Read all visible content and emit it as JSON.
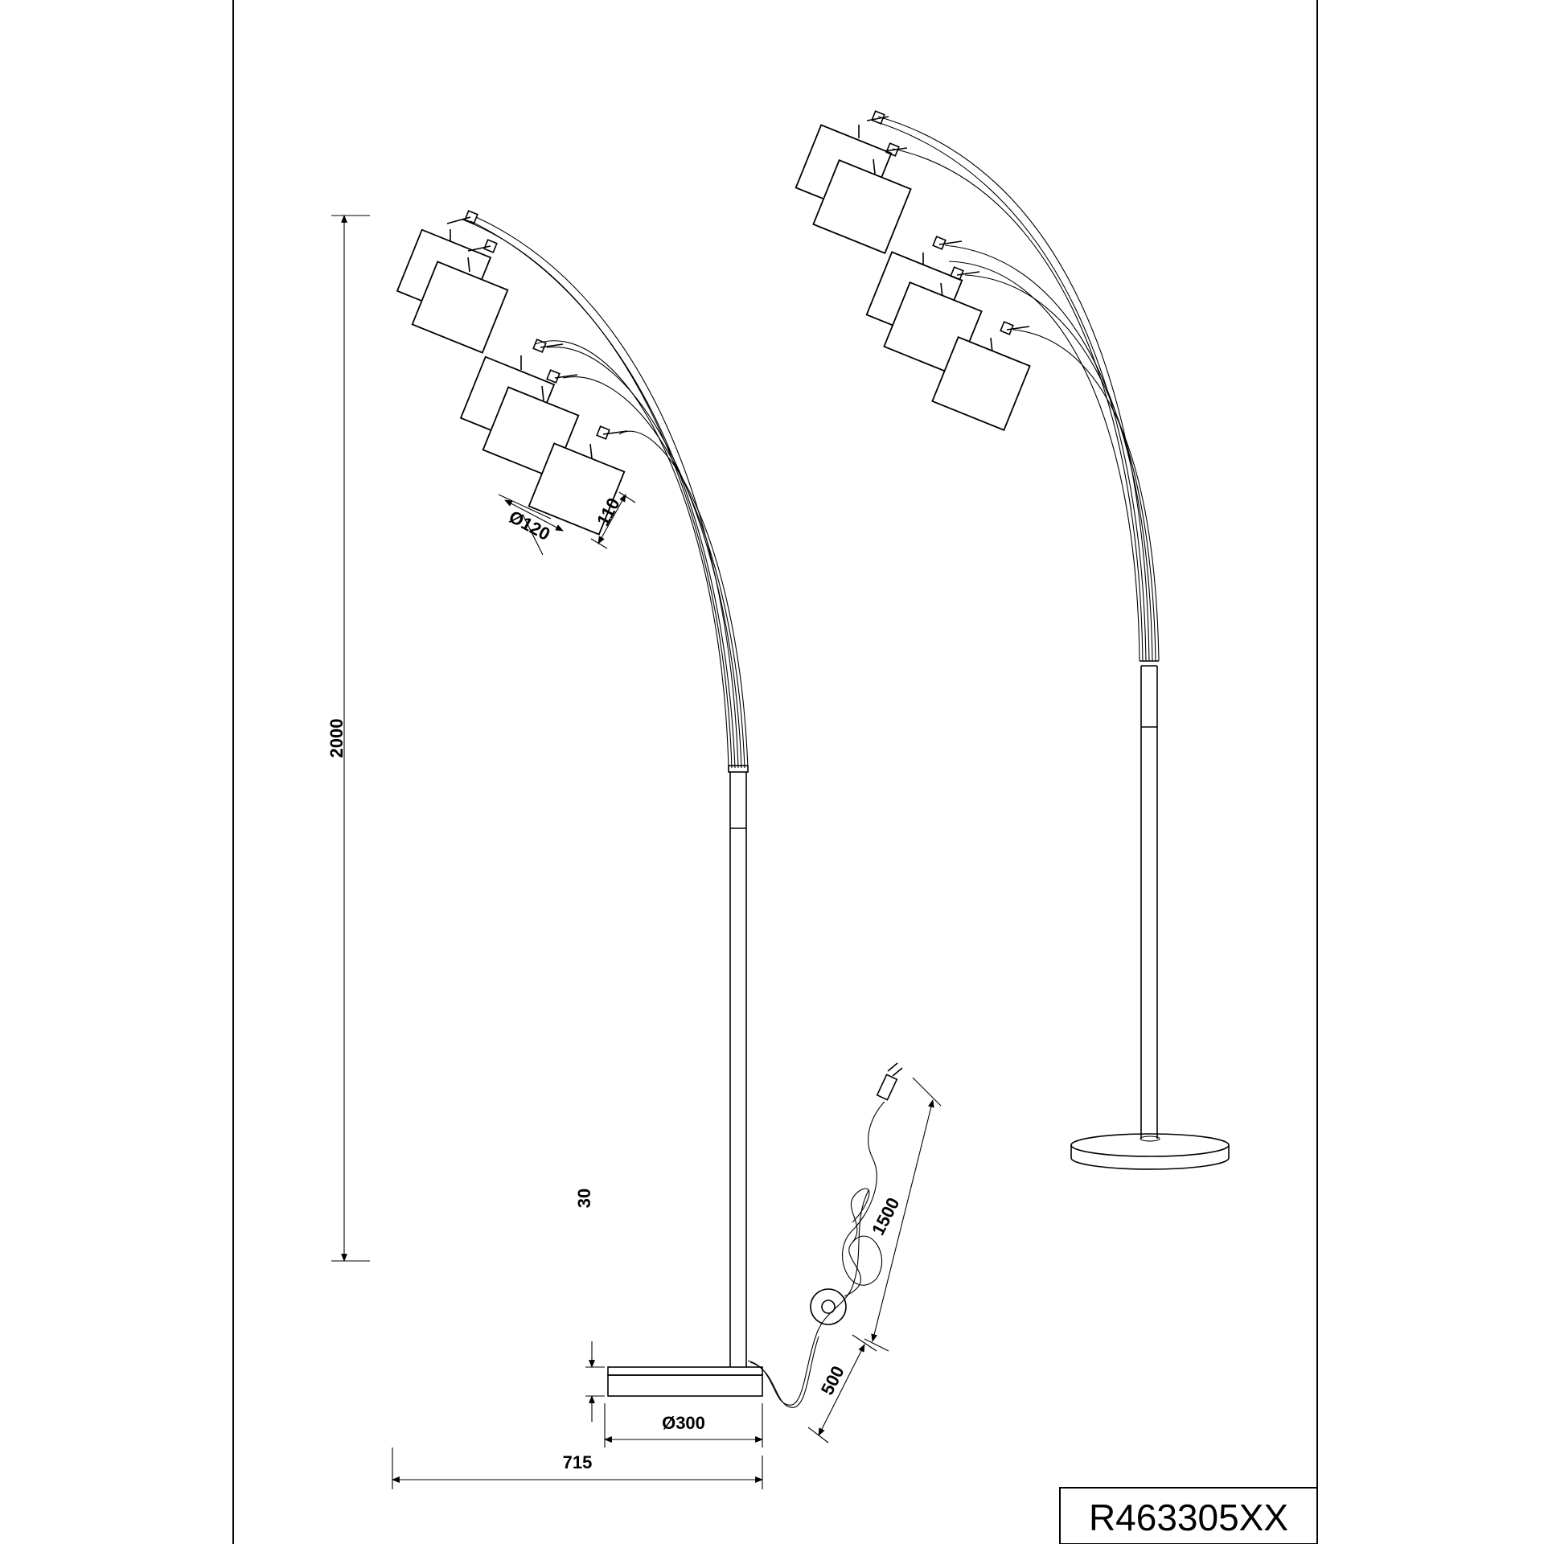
{
  "drawing": {
    "model_number": "R463305XX",
    "dimensions": {
      "height": "2000",
      "shade_diameter": "Ø120",
      "shade_height": "110",
      "base_height": "30",
      "base_diameter": "Ø300",
      "total_width": "715",
      "cable_to_switch": "500",
      "cable_to_plug": "1500"
    },
    "views": [
      "side-view",
      "front-view"
    ],
    "shade_count": 5
  }
}
